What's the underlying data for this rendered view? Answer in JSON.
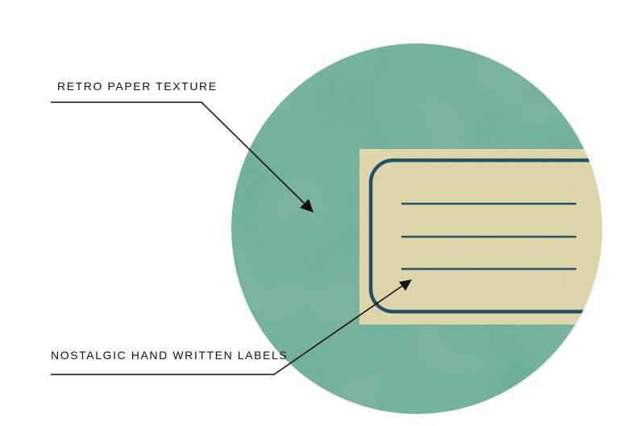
{
  "callouts": {
    "paper_texture": "RETRO PAPER TEXTURE",
    "labels": "NOSTALGIC HAND WRITTEN LABELS"
  },
  "colors": {
    "background": "#ffffff",
    "circle": "#72b7a0",
    "label_paper": "#eae0b4",
    "label_border": "#1e5466",
    "label_lines": "#1e5466",
    "callout_text": "#111111",
    "leader_line": "#111111"
  },
  "illustration": {
    "shape": "circle",
    "detail": "label-card",
    "label_ruled_line_count": 3
  }
}
